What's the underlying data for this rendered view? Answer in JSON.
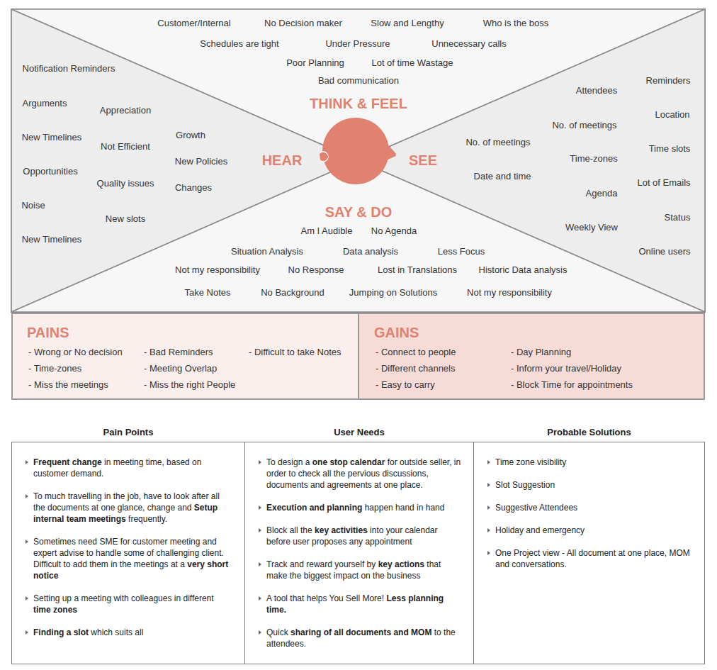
{
  "diagram": {
    "nodes": [
      {
        "text": [
          "THINK & FEEL",
          "Customer/Internal",
          "No Decision maker",
          "Slow and Lengthy",
          "Who is the boss",
          "Schedules are tight",
          "Under Pressure",
          "Unnecessary calls",
          "Poor Planning",
          "Lot of time Wastage",
          "Bad communication"
        ]
      },
      {
        "text": [
          "HEAR",
          "Notification Reminders",
          "Arguments",
          "Appreciation",
          "New Timelines",
          "Not Efficient",
          "Growth",
          "Opportunities",
          "Quality issues",
          "New Policies",
          "Noise",
          "Changes",
          "New slots",
          "New Timelines"
        ]
      },
      {
        "text": [
          "SEE",
          "Reminders",
          "Attendees",
          "Location",
          "No. of meetings",
          "No. of meetings",
          "Time slots",
          "Time-zones",
          "Date and time",
          "Lot of Emails",
          "Agenda",
          "Status",
          "Weekly View",
          "Online users"
        ]
      },
      {
        "text": [
          "SAY & DO",
          "Am I Audible",
          "No Agenda",
          "Situation Analysis",
          "Data analysis",
          "Less Focus",
          "Not my responsibility",
          "No Response",
          "Lost in Translations",
          "Historic Data analysis",
          "Take Notes",
          "No Background",
          "Jumping on Solutions",
          "Not my responsibility"
        ]
      },
      {
        "text": [
          "PAINS",
          "- Wrong or No decision",
          "- Time-zones",
          "- Miss the meetings",
          "- Bad Reminders",
          "- Meeting Overlap",
          "- Miss the right People",
          "- Difficult to take Notes"
        ]
      },
      {
        "text": [
          "GAINS",
          "- Connect to people",
          "- Different channels",
          "- Easy to carry",
          "- Day Planning",
          "- Inform your travel/Holiday",
          "- Block Time for appointments"
        ]
      },
      {
        "text": [
          "Pain Points",
          "Frequent change",
          "in meeting time, based on customer demand.",
          "To much travelling in the job, have to look after all the documents at one glance, change and",
          "Setup internal team meetings",
          "frequently.",
          "Sometimes need SME for customer meeting and expert advise to handle some of challenging client. Difficult to add them in the meetings at a",
          "very short notice",
          "Setting up a meeting with colleagues in different",
          "time zones",
          "Finding a slot",
          "which suits all"
        ]
      },
      {
        "text": [
          "User Needs",
          "To design a",
          "one stop calendar",
          "for outside seller, in order to check all the pervious discussions, documents and agreements at one place.",
          "Execution and planning",
          "happen hand in hand",
          "Block all the",
          "key activities",
          "into your calendar before user proposes any appointment",
          "Track and reward yourself by",
          "key actions",
          "that make the biggest impact on the business",
          "A tool that helps You Sell More!",
          "Less planning time.",
          "Quick",
          "sharing of all documents and MOM",
          "to the attendees."
        ]
      },
      {
        "text": [
          "Probable Solutions",
          "Time zone visibility",
          "Slot Suggestion",
          "Suggestive Attendees",
          "Holiday and emergency",
          "One Project view - All document at one place, MOM and conversations."
        ]
      }
    ]
  }
}
